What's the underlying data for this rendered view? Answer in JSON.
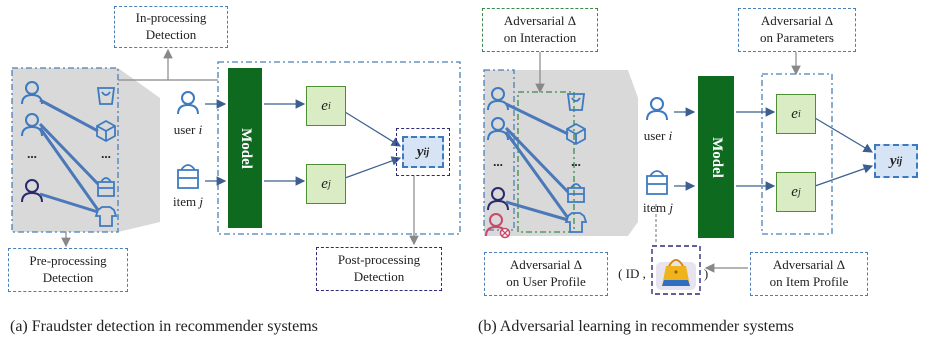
{
  "left": {
    "in_processing": "In-processing\nDetection",
    "pre_processing": "Pre-processing\nDetection",
    "post_processing": "Post-processing\nDetection",
    "user_label": "user ",
    "user_var": "i",
    "item_label": "item ",
    "item_var": "j",
    "model": "Model",
    "e_i": "e",
    "e_i_sub": "i",
    "e_j": "e",
    "e_j_sub": "j",
    "y": "y",
    "y_sub": "ij",
    "dots": "...",
    "caption": "(a)  Fraudster detection in recommender systems"
  },
  "right": {
    "adv_interaction": "Adversarial Δ\non Interaction",
    "adv_parameters": "Adversarial Δ\non Parameters",
    "adv_user_profile": "Adversarial Δ\non User Profile",
    "adv_item_profile": "Adversarial Δ\non Item Profile",
    "user_label": "user ",
    "user_var": "i",
    "item_label": "item ",
    "item_var": "j",
    "model": "Model",
    "e_i": "e",
    "e_i_sub": "i",
    "e_j": "e",
    "e_j_sub": "j",
    "y": "y",
    "y_sub": "ij",
    "dots": "...",
    "id_open": "( ID ,",
    "id_close": ")",
    "caption": "(b)  Adversarial learning in recommender systems"
  }
}
